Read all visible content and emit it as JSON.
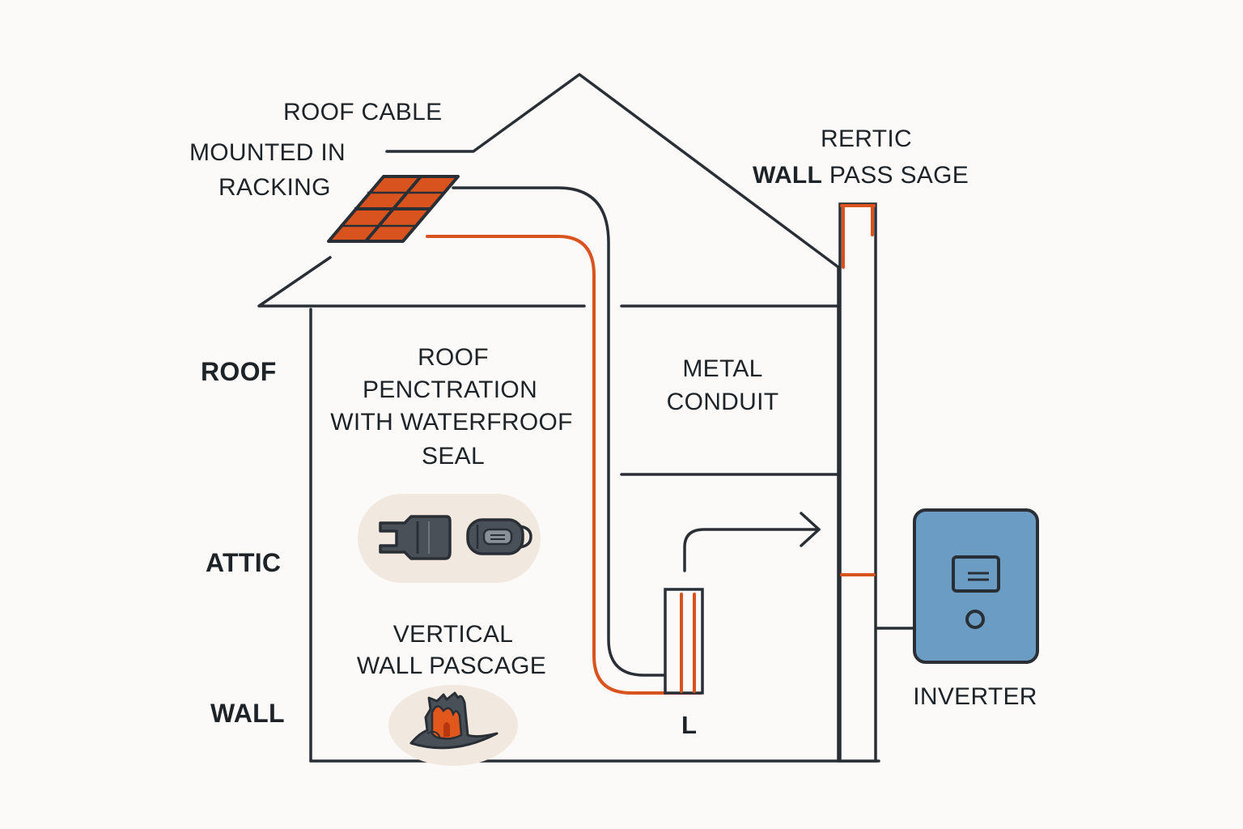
{
  "labels": {
    "roof_cable": "ROOF CABLE",
    "mounted_in": "MOUNTED IN",
    "racking": "RACKING",
    "rertic": "RERTIC",
    "wall_pass_sage_bold": "WALL",
    "wall_pass_sage_rest": "PASS SAGE",
    "roof_side": "ROOF",
    "attic_side": "ATTIC",
    "wall_side": "WALL",
    "penetration_1": "ROOF",
    "penetration_2": "PENCTRATION",
    "penetration_3": "WITH WATERFROOF",
    "penetration_4": "SEAL",
    "metal_1": "METAL",
    "metal_2": "CONDUIT",
    "vertical_1": "VERTICAL",
    "vertical_2": "WALL PASCAGE",
    "l_marker": "L",
    "inverter": "INVERTER"
  },
  "colors": {
    "line": "#2a2f36",
    "cable": "#d9531e",
    "panel": "#d9531e",
    "inverter": "#6b9dc4",
    "bubble": "#f1e9e0",
    "background": "#fbfaf8"
  },
  "icons": {
    "panel": "solar-panel-icon",
    "connector": "cable-connector-icon",
    "gland": "cable-gland-icon",
    "seal": "fire-seal-icon",
    "inverter": "inverter-icon",
    "arrow": "arrow-right-icon"
  }
}
